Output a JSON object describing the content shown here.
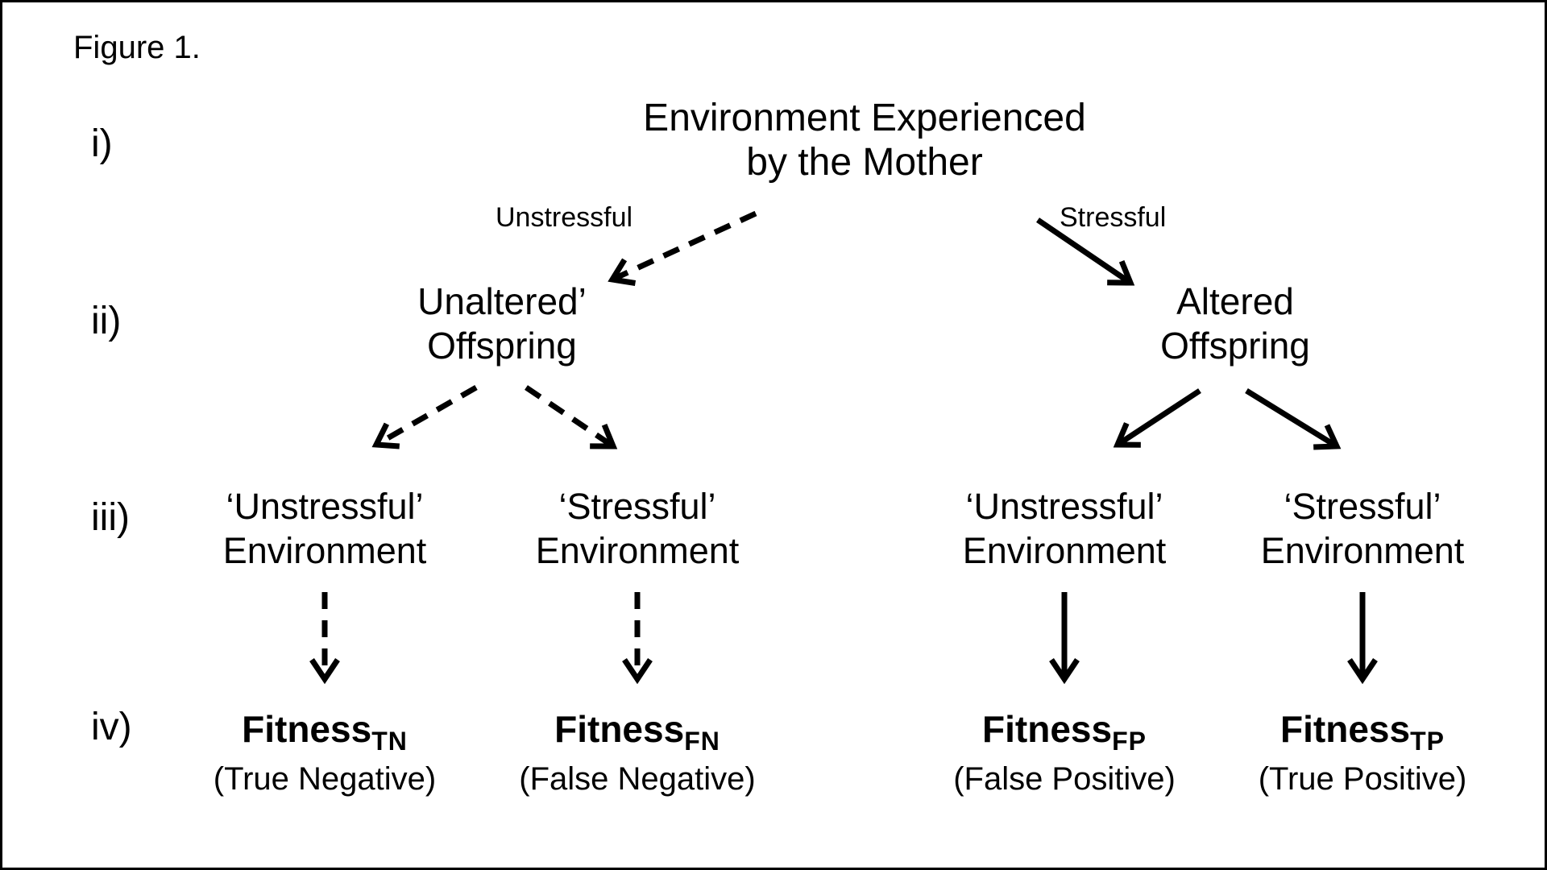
{
  "figure": {
    "caption": "Figure 1.",
    "rows": {
      "i": "i)",
      "ii": "ii)",
      "iii": "iii)",
      "iv": "iv)"
    },
    "root": {
      "line1": "Environment Experienced",
      "line2": "by the Mother"
    },
    "offspring": {
      "left": {
        "line1": "Unaltered’",
        "line2": "Offspring"
      },
      "right": {
        "line1": "Altered",
        "line2": "Offspring"
      }
    },
    "environments": [
      {
        "line1": "‘Unstressful’",
        "line2": "Environment"
      },
      {
        "line1": "‘Stressful’",
        "line2": "Environment"
      },
      {
        "line1": "‘Unstressful’",
        "line2": "Environment"
      },
      {
        "line1": "‘Stressful’",
        "line2": "Environment"
      }
    ],
    "fitness": [
      {
        "base": "Fitness",
        "sub": "TN",
        "qualifier": "(True Negative)"
      },
      {
        "base": "Fitness",
        "sub": "FN",
        "qualifier": "(False Negative)"
      },
      {
        "base": "Fitness",
        "sub": "FP",
        "qualifier": "(False Positive)"
      },
      {
        "base": "Fitness",
        "sub": "TP",
        "qualifier": "(True Positive)"
      }
    ],
    "edges": [
      {
        "from": "mother-environment",
        "to": "unaltered-offspring",
        "label": "Unstressful",
        "style": "dashed"
      },
      {
        "from": "mother-environment",
        "to": "altered-offspring",
        "label": "Stressful",
        "style": "solid"
      },
      {
        "from": "unaltered-offspring",
        "to": "env-unstressful-left",
        "style": "dashed"
      },
      {
        "from": "unaltered-offspring",
        "to": "env-stressful-left",
        "style": "dashed"
      },
      {
        "from": "altered-offspring",
        "to": "env-unstressful-right",
        "style": "solid"
      },
      {
        "from": "altered-offspring",
        "to": "env-stressful-right",
        "style": "solid"
      },
      {
        "from": "env-unstressful-left",
        "to": "fitness-tn",
        "style": "dashed"
      },
      {
        "from": "env-stressful-left",
        "to": "fitness-fn",
        "style": "dashed"
      },
      {
        "from": "env-unstressful-right",
        "to": "fitness-fp",
        "style": "solid"
      },
      {
        "from": "env-stressful-right",
        "to": "fitness-tp",
        "style": "solid"
      }
    ],
    "colors": {
      "ink": "#000000",
      "background": "#ffffff"
    }
  }
}
